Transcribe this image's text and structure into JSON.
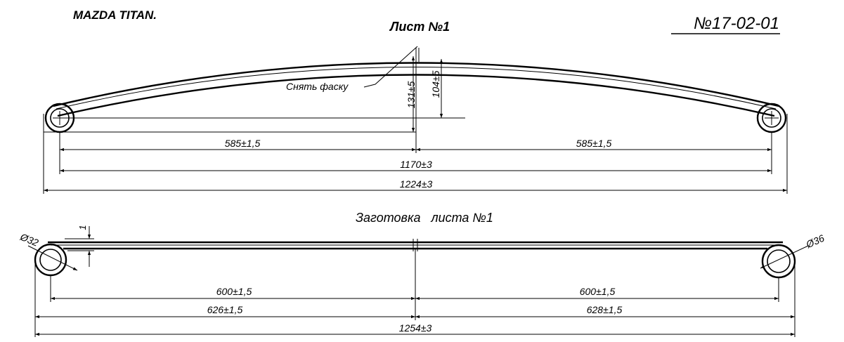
{
  "header": {
    "vehicle": "MAZDA TITAN.",
    "drawing_number": "№17-02-01"
  },
  "view1": {
    "title": "Лист №1",
    "chamfer_note": "Снять фаску",
    "dims": {
      "half_left": "585±1,5",
      "half_right": "585±1,5",
      "eye_to_eye": "1170±3",
      "overall": "1224±3",
      "height_outer": "131±5",
      "height_inner": "104±5"
    }
  },
  "view2": {
    "title": "Заготовка   листа №1",
    "dims": {
      "eye_left_dia": "Ø32",
      "eye_right_dia": "Ø36",
      "step": "1",
      "half_left_inner": "600±1,5",
      "half_right_inner": "600±1,5",
      "half_left_outer": "626±1,5",
      "half_right_outer": "628±1,5",
      "overall": "1254±3"
    }
  }
}
